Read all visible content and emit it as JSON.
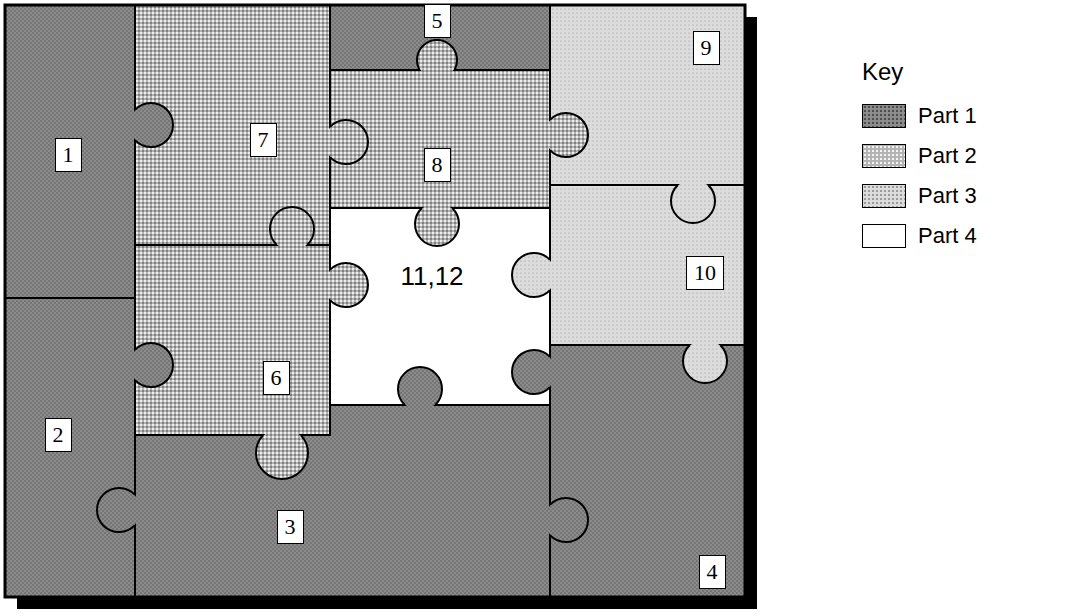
{
  "diagram": {
    "nodes": [
      {
        "text": [
          "1"
        ]
      },
      {
        "text": [
          "2"
        ]
      },
      {
        "text": [
          "3"
        ]
      },
      {
        "text": [
          "4"
        ]
      },
      {
        "text": [
          "5"
        ]
      },
      {
        "text": [
          "6"
        ]
      },
      {
        "text": [
          "7"
        ]
      },
      {
        "text": [
          "8"
        ]
      },
      {
        "text": [
          "9"
        ]
      },
      {
        "text": [
          "10"
        ]
      },
      {
        "text": [
          "11,12"
        ]
      }
    ],
    "labels": [
      "Key"
    ],
    "legend": [
      {
        "text": "Part 1",
        "color": "#8c8c8c"
      },
      {
        "text": "Part 2",
        "color": "#b4b4b4"
      },
      {
        "text": "Part 3",
        "color": "#dcdcdc"
      },
      {
        "text": "Part 4",
        "color": "#ffffff"
      }
    ]
  }
}
